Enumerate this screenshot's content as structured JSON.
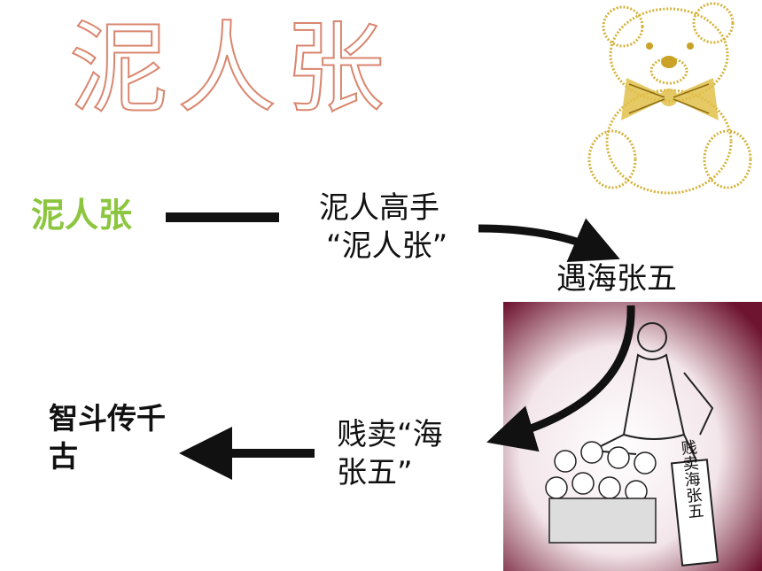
{
  "title": "泥人张",
  "subject": "泥人张",
  "stages": {
    "stage1_line1": "泥人高手",
    "stage1_line2": "“泥人张”",
    "stage2": "遇海张五",
    "stage3_line1": "贱卖“海",
    "stage3_line2": "张五”",
    "stage4": "智斗传千古"
  },
  "illustration": {
    "banner_text": "贱卖海张五"
  },
  "colors": {
    "title_outline": "#d9866f",
    "title_fill_accent": "#f7b6c8",
    "subject_green": "#8cc63f",
    "bear_gold": "#d4b23a",
    "bow_gold": "#c9a227",
    "curtain": "#6e1430",
    "arrow": "#111111"
  },
  "icons": [
    "teddy-bear-icon"
  ]
}
